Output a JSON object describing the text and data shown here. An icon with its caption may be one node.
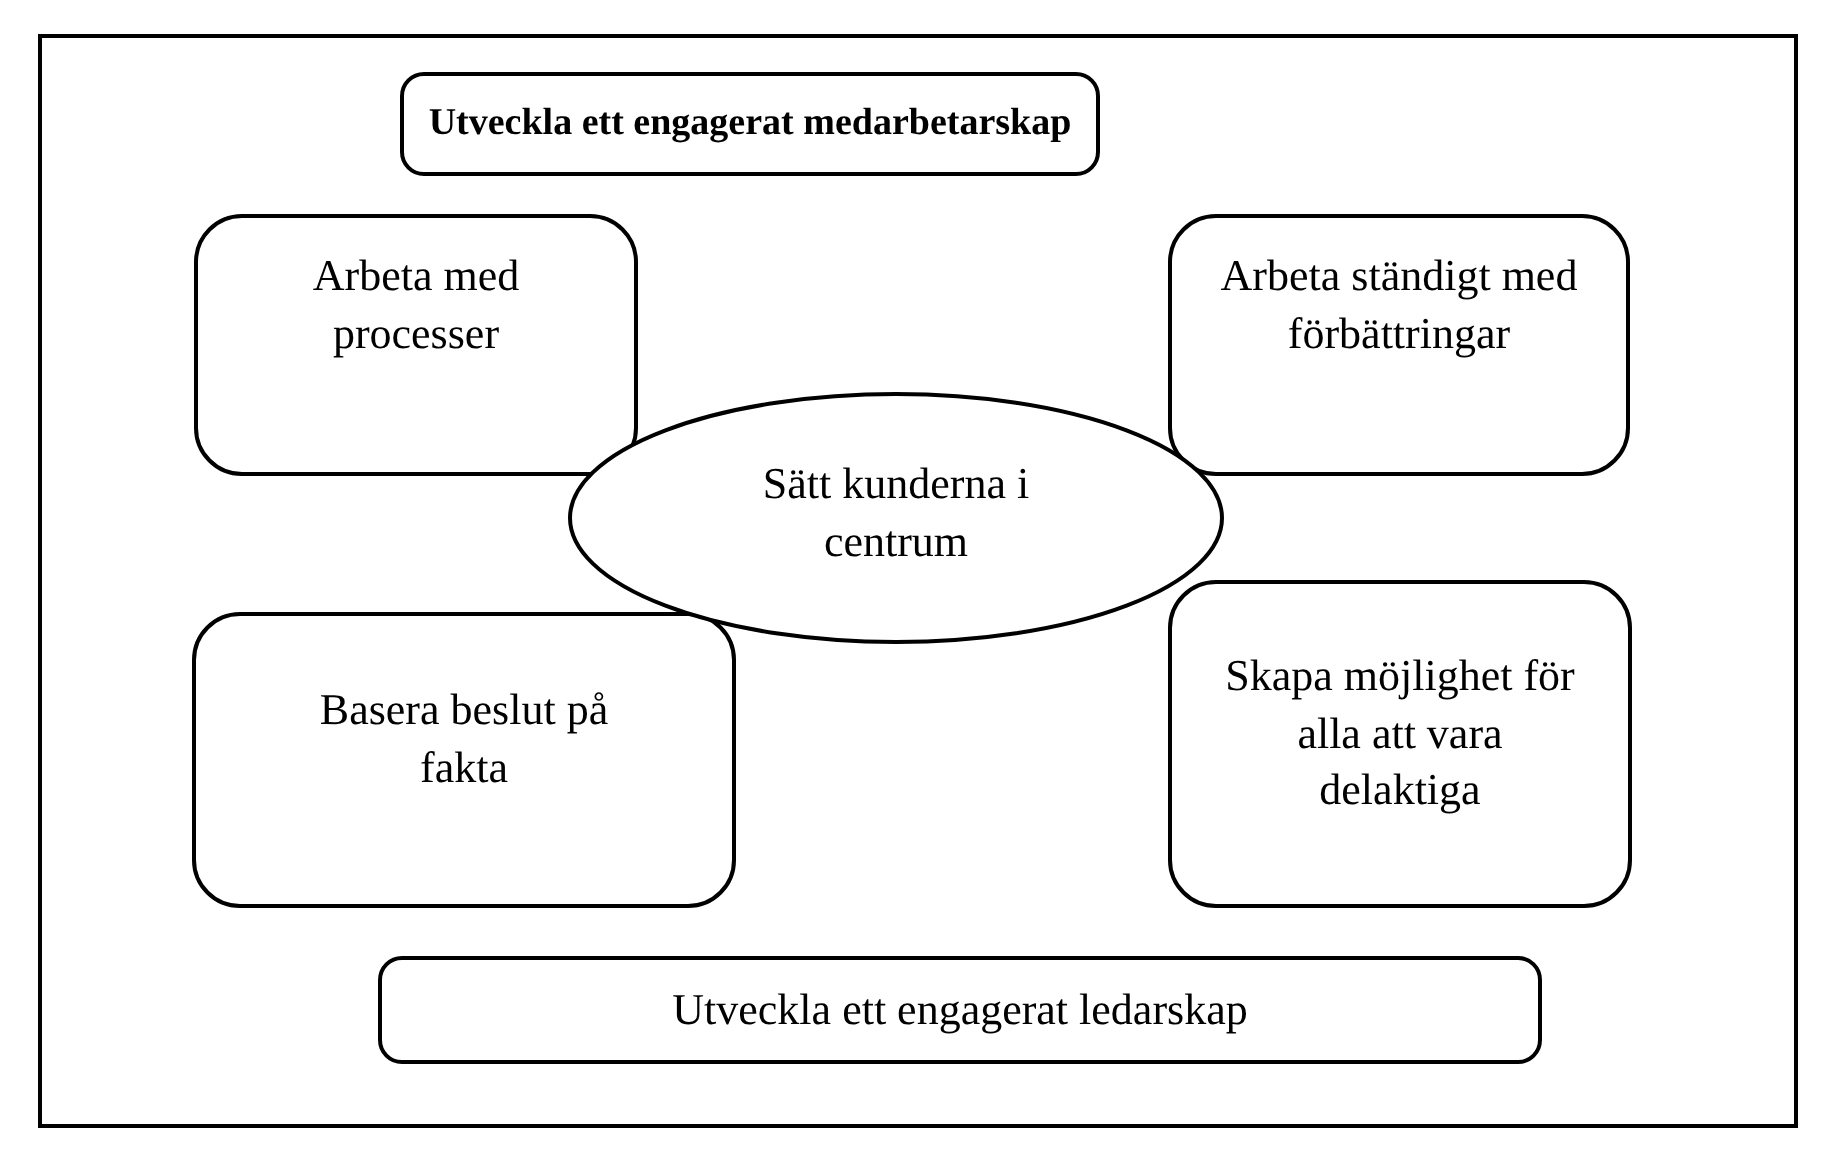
{
  "diagram": {
    "nodes": [
      {
        "text": [
          "Utveckla ett engagerat medarbetarskap"
        ]
      },
      {
        "text": [
          "Arbeta med processer"
        ]
      },
      {
        "text": [
          "Arbeta ständigt med förbättringar"
        ]
      },
      {
        "text": [
          "Sätt kunderna i centrum"
        ]
      },
      {
        "text": [
          "Basera beslut på fakta"
        ]
      },
      {
        "text": [
          "Skapa möjlighet för alla att vara delaktiga"
        ]
      },
      {
        "text": [
          "Utveckla ett engagerat ledarskap"
        ]
      }
    ]
  }
}
